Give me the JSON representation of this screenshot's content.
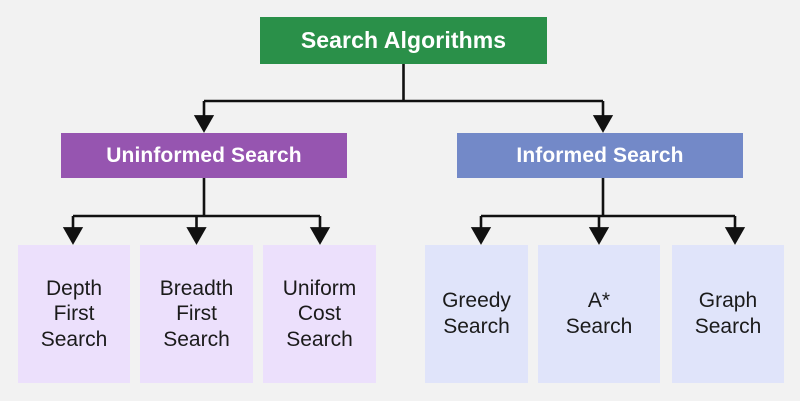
{
  "diagram": {
    "title": "Search Algorithms",
    "background_color": "#f2f2f2",
    "root": {
      "label": "Search Algorithms",
      "color": "#2a9049",
      "text_color": "#ffffff"
    },
    "branches": [
      {
        "label": "Uninformed Search",
        "color": "#9655b0",
        "text_color": "#ffffff",
        "children": [
          {
            "label": "Depth\nFirst\nSearch",
            "color": "#ece0fc",
            "text_color": "#1b1b1b"
          },
          {
            "label": "Breadth\nFirst\nSearch",
            "color": "#ece0fc",
            "text_color": "#1b1b1b"
          },
          {
            "label": "Uniform\nCost\nSearch",
            "color": "#ece0fc",
            "text_color": "#1b1b1b"
          }
        ]
      },
      {
        "label": "Informed Search",
        "color": "#7389c8",
        "text_color": "#ffffff",
        "children": [
          {
            "label": "Greedy\nSearch",
            "color": "#e0e4fa",
            "text_color": "#1b1b1b"
          },
          {
            "label": "A*\nSearch",
            "color": "#e0e4fa",
            "text_color": "#1b1b1b"
          },
          {
            "label": "Graph\nSearch",
            "color": "#e0e4fa",
            "text_color": "#1b1b1b"
          }
        ]
      }
    ],
    "connector": {
      "line_color": "#111111",
      "style": "orthogonal-elbow-with-arrowheads"
    }
  }
}
